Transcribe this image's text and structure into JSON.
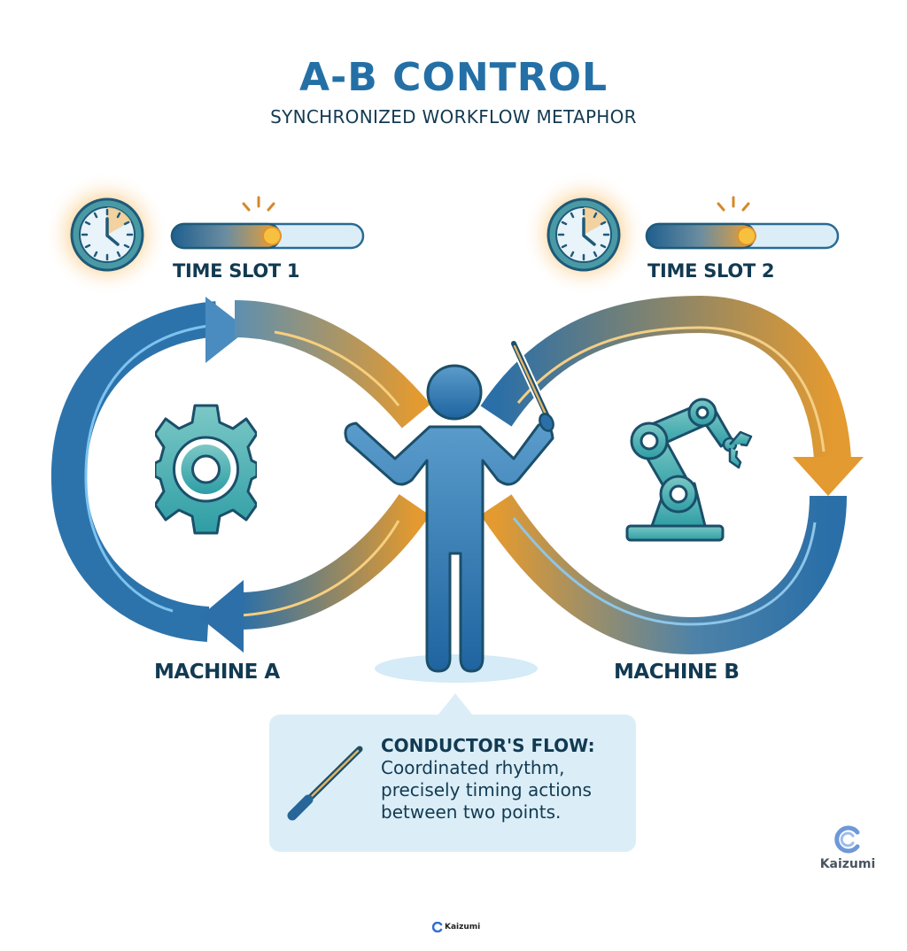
{
  "header": {
    "title": "A-B CONTROL",
    "subtitle": "SYNCHRONIZED WORKFLOW METAPHOR"
  },
  "time_slots": [
    {
      "label": "TIME SLOT 1",
      "icon": "clock-icon",
      "progress_percent": 55
    },
    {
      "label": "TIME SLOT 2",
      "icon": "clock-icon",
      "progress_percent": 55
    }
  ],
  "machines": [
    {
      "label": "MACHINE A",
      "icon": "gear-icon"
    },
    {
      "label": "MACHINE B",
      "icon": "robot-arm-icon"
    }
  ],
  "center_figure": {
    "icon": "conductor-person-icon",
    "holding": "baton-icon"
  },
  "callout": {
    "heading": "CONDUCTOR'S FLOW:",
    "body": "Coordinated rhythm, precisely timing actions between two points.",
    "icon": "baton-icon"
  },
  "branding": {
    "side_logo_text": "Kaizumi",
    "bottom_logo_text": "Kaizumi"
  },
  "colors": {
    "title_blue": "#2470a6",
    "dark_navy": "#123a52",
    "flow_blue": "#2a6fa8",
    "flow_orange": "#e39a30",
    "machine_teal": "#3aa6aa",
    "callout_bg": "#dbeef7"
  }
}
